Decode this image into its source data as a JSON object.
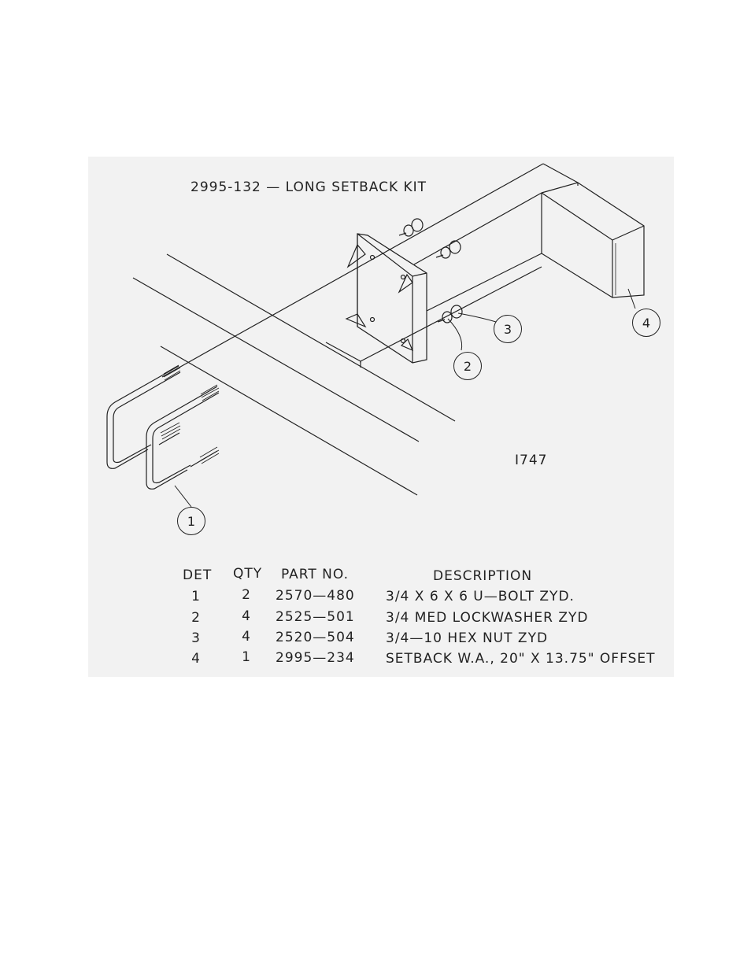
{
  "drawing": {
    "title": "2995-132 — LONG SETBACK KIT",
    "drawing_number": "I747",
    "callouts": [
      "1",
      "2",
      "3",
      "4"
    ]
  },
  "parts_table": {
    "headers": {
      "det": "DET",
      "qty": "QTY",
      "part_no": "PART NO.",
      "description": "DESCRIPTION"
    },
    "rows": [
      {
        "det": "1",
        "qty": "2",
        "part_no": "2570—480",
        "description": "3/4 X 6 X 6 U—BOLT ZYD."
      },
      {
        "det": "2",
        "qty": "4",
        "part_no": "2525—501",
        "description": "3/4 MED LOCKWASHER ZYD"
      },
      {
        "det": "3",
        "qty": "4",
        "part_no": "2520—504",
        "description": "3/4—10 HEX NUT ZYD"
      },
      {
        "det": "4",
        "qty": "1",
        "part_no": "2995—234",
        "description": "SETBACK W.A., 20\" X 13.75\" OFFSET"
      }
    ]
  },
  "colors": {
    "panel_background": "#f2f2f2",
    "line_color": "#222222",
    "page_background": "#ffffff"
  }
}
